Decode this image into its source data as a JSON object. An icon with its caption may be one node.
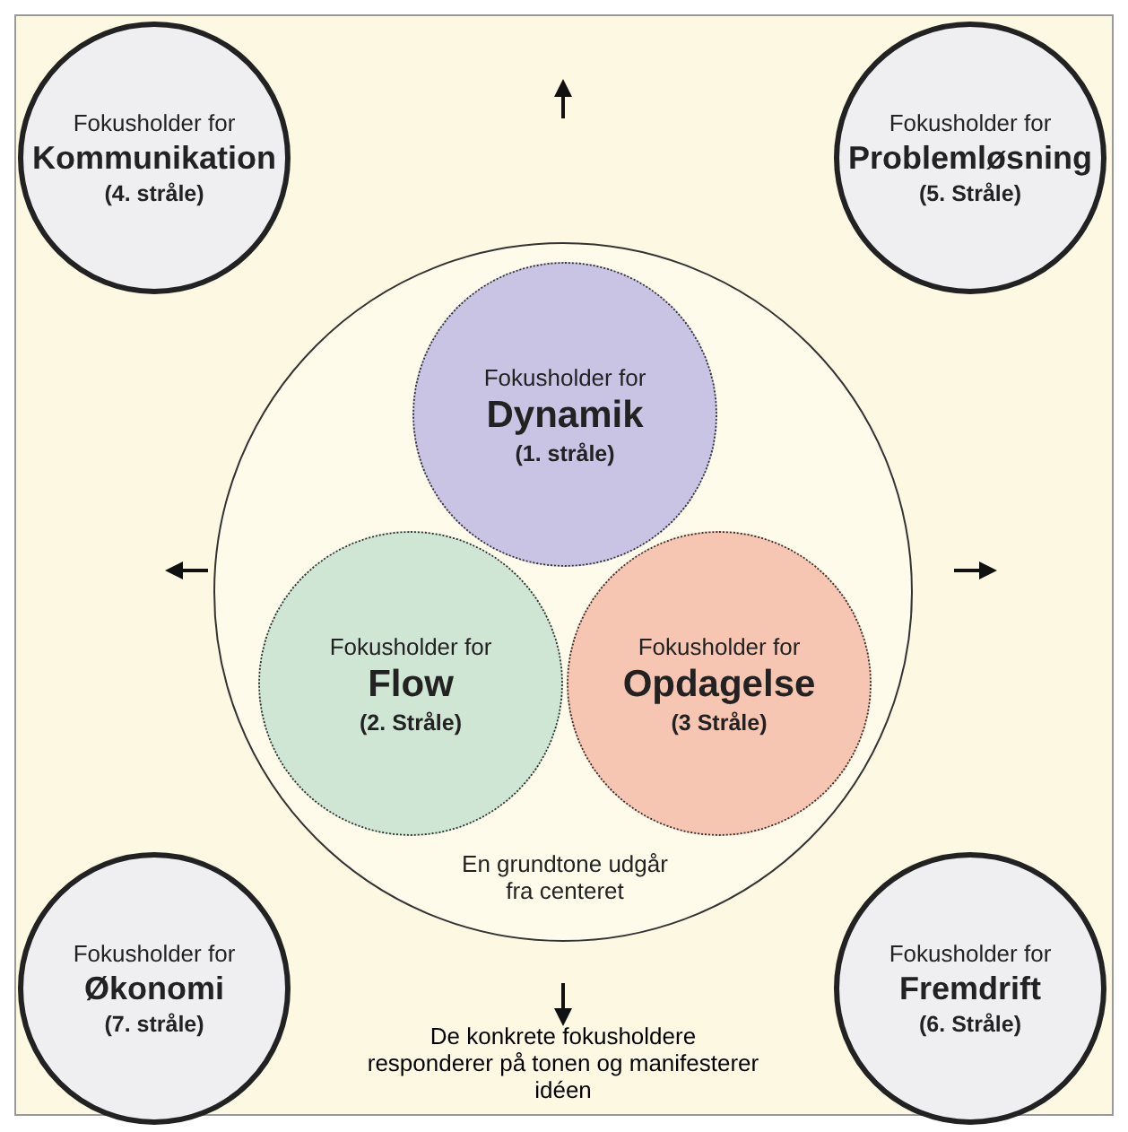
{
  "diagram": {
    "nodes": [
      {
        "text": [
          "En grundtone udgår fra centeret"
        ]
      },
      {
        "text": [
          "Fokusholder for",
          "Dynamik",
          "(1. stråle)"
        ],
        "in": 0
      },
      {
        "text": [
          "Fokusholder for",
          "Flow",
          "(2. Stråle)"
        ],
        "in": 0
      },
      {
        "text": [
          "Fokusholder for",
          "Opdagelse",
          "(3 Stråle)"
        ],
        "in": 0
      },
      {
        "text": [
          "Fokusholder for",
          "Kommunikation",
          "(4. stråle)"
        ]
      },
      {
        "text": [
          "Fokusholder for",
          "Problemløsning",
          "(5. Stråle)"
        ]
      },
      {
        "text": [
          "Fokusholder for",
          "Økonomi",
          "(7. stråle)"
        ]
      },
      {
        "text": [
          "Fokusholder for",
          "Fremdrift",
          "(6. Stråle)"
        ]
      }
    ],
    "labels": [
      "De konkrete fokusholdere responderer på tonen og manifesterer idéen"
    ]
  }
}
